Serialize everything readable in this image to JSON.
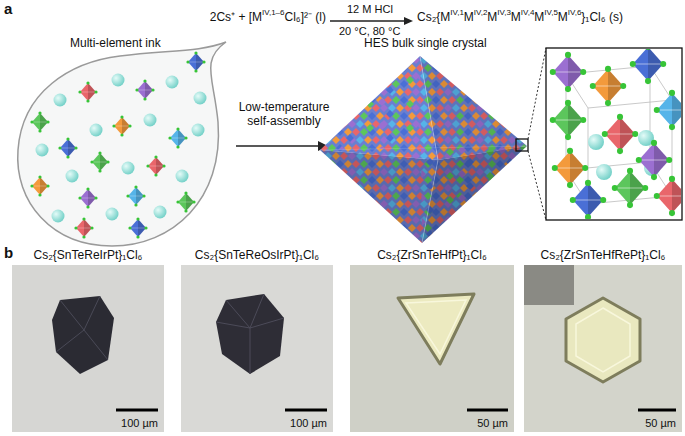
{
  "diagram": {
    "nodes": [
      {
        "text": [
          "Cs₂{SnTeReIrPt}₁Cl₆",
          "100 µm"
        ]
      },
      {
        "text": [
          "Cs₂{SnTeReOsIrPt}₁Cl₆",
          "100 µm"
        ]
      },
      {
        "text": [
          "Cs₂{ZrSnTeHfPt}₁Cl₆",
          "50 µm"
        ]
      },
      {
        "text": [
          "Cs₂{ZrSnTeHfRePt}₁Cl₆",
          "50 µm"
        ]
      }
    ],
    "labels": [
      "a",
      "2Cs⁺ + [M",
      "IV,1–6",
      "Cl₆]²⁻ (l)",
      "12 M HCl",
      "20 °C, 80 °C",
      "Cs₂{M",
      "IV,1",
      "M",
      "IV,2",
      "M",
      "IV,3",
      "M",
      "IV,4",
      "M",
      "IV,5",
      "M",
      "IV,6",
      "}₁Cl₆ (s)",
      "Multi-element ink",
      "HES bulk single crystal",
      "Low-temperature self-assembly",
      "b"
    ]
  }
}
